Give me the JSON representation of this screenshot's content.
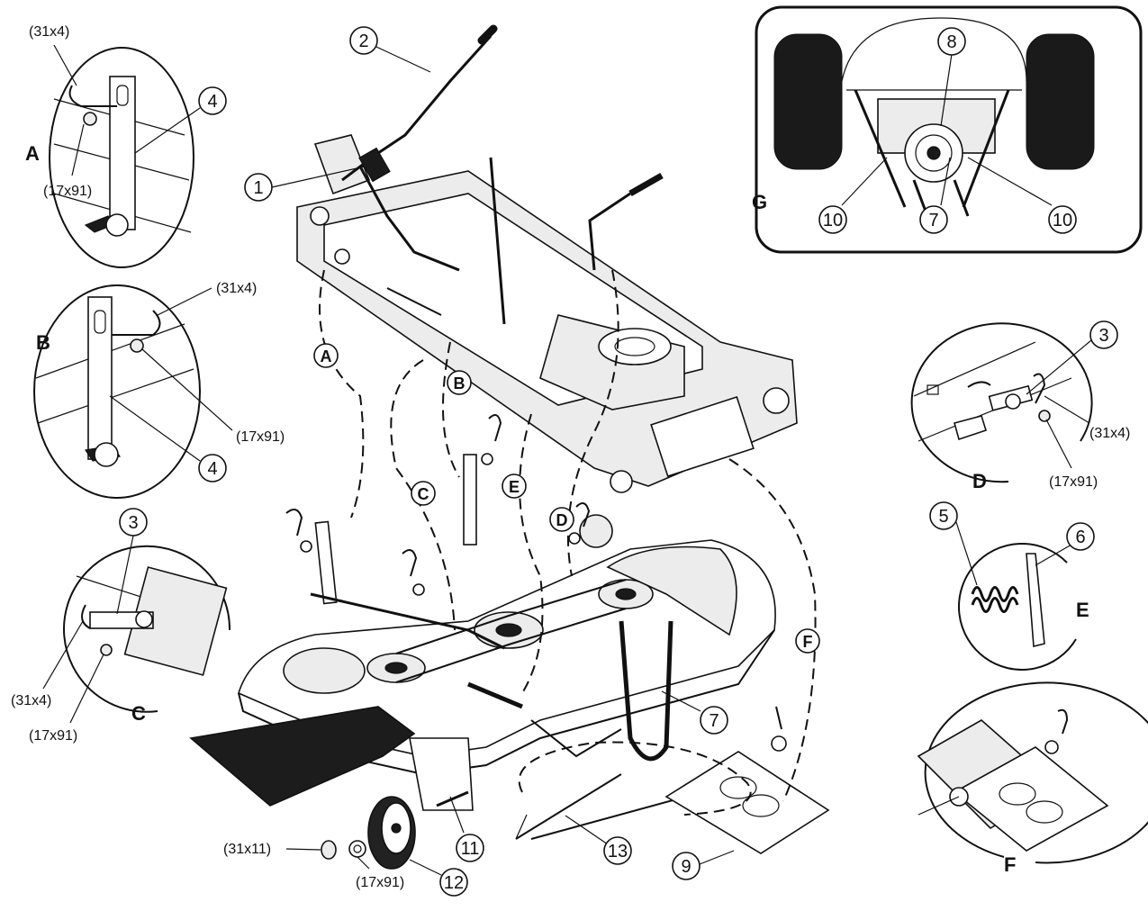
{
  "callouts": {
    "n1": "1",
    "n2": "2",
    "n3": "3",
    "n4": "4",
    "n5": "5",
    "n6": "6",
    "n7": "7",
    "n8": "8",
    "n9": "9",
    "n10": "10",
    "n11": "11",
    "n12": "12",
    "n13": "13"
  },
  "detail_letters": {
    "a": "A",
    "b": "B",
    "c": "C",
    "d": "D",
    "e": "E",
    "f": "F",
    "g": "G"
  },
  "part_codes": {
    "pin_31x4": "(31x4)",
    "washer_17x91": "(17x91)",
    "clip_31x11": "(31x11)"
  }
}
